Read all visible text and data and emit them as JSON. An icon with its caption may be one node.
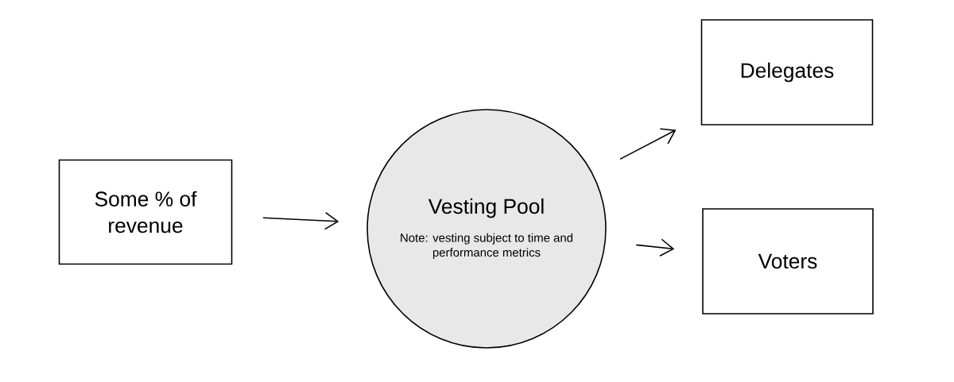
{
  "diagram": {
    "nodes": [
      {
        "text": [
          "Some % of revenue"
        ]
      },
      {
        "text": [
          "Vesting Pool",
          "Note: vesting subject to time and performance metrics"
        ]
      },
      {
        "text": [
          "Delegates"
        ]
      },
      {
        "text": [
          "Voters"
        ]
      }
    ],
    "edges": [
      {
        "from": 0,
        "to": 1,
        "arrow": "to"
      },
      {
        "from": 1,
        "to": 2,
        "arrow": "to"
      },
      {
        "from": 1,
        "to": 3,
        "arrow": "to"
      }
    ]
  }
}
